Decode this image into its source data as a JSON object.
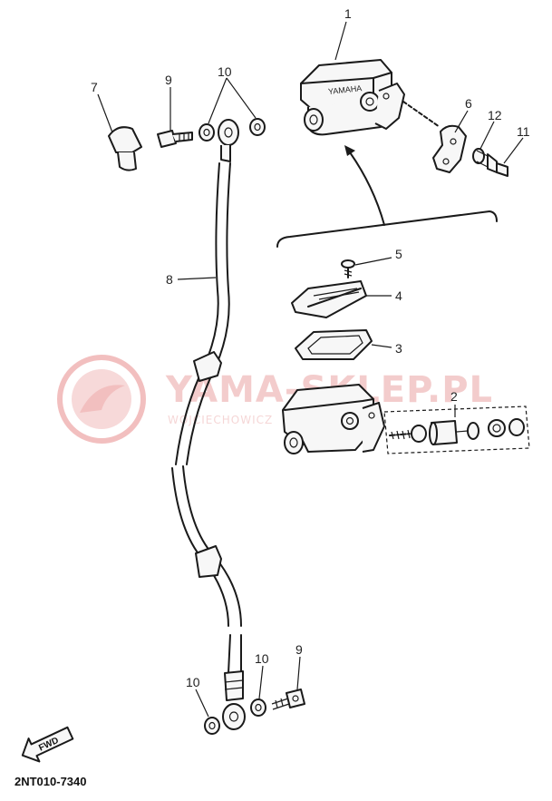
{
  "diagram": {
    "part_code": "2NT010-7340",
    "fwd_label": "FWD",
    "reservoir_lid_text": "YAMAHA",
    "watermark": {
      "main": "YAMA-SKLEP.PL",
      "sub": "WOJCIECHOWICZ"
    },
    "callouts": [
      "1",
      "2",
      "3",
      "4",
      "5",
      "6",
      "7",
      "8",
      "9",
      "9",
      "10",
      "10",
      "10",
      "11",
      "12"
    ],
    "colors": {
      "ink": "#1a1a1a",
      "watermark": "#e88a8a"
    }
  }
}
